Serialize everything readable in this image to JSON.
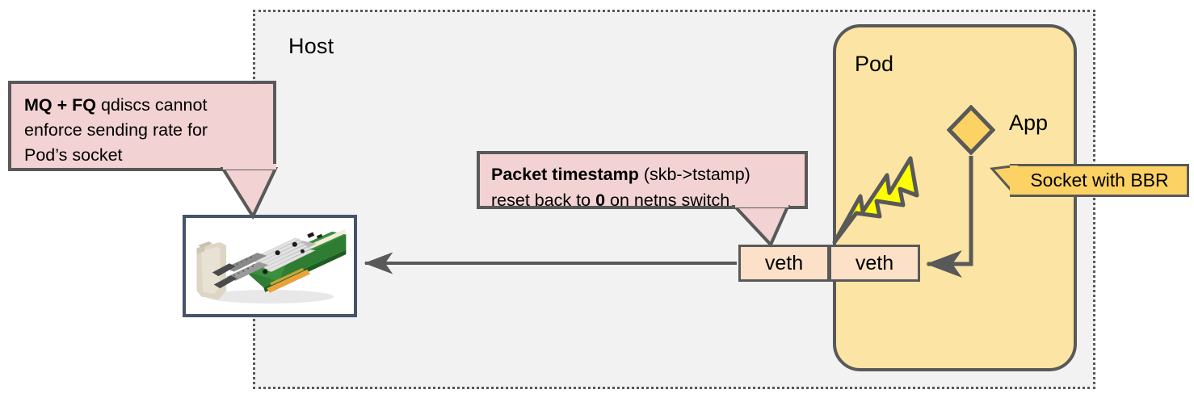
{
  "diagram": {
    "title_host": "Host",
    "title_pod": "Pod",
    "app_label": "App",
    "veth_left_label": "veth",
    "veth_right_label": "veth",
    "socket_label": "Socket with BBR",
    "nic_alt": "network-interface-card-photo"
  },
  "callouts": [
    {
      "bold_1": "MQ + FQ",
      "rest_1": " qdiscs cannot",
      "line_2": "enforce sending rate for",
      "line_3": "Pod’s socket"
    },
    {
      "bold_1": "Packet timestamp",
      "rest_1": " (skb->tstamp)",
      "line_2_a": "reset back to ",
      "line_2_bold": "0",
      "line_2_b": " on netns switch"
    }
  ],
  "colors": {
    "host_fill": "#f2f2f2",
    "host_border": "#595959",
    "pod_fill": "#fce5a4",
    "pod_border": "#595959",
    "callout_fill": "#f2d2d2",
    "callout_border": "#595959",
    "socket_fill": "#fcd264",
    "veth_fill": "#fce0c8",
    "nic_border": "#44546a",
    "bolt_fill": "#ffff00",
    "arrow_stroke": "#595959"
  },
  "icons": {
    "bolt": "lightning-bolt-icon",
    "diamond": "app-diamond-icon",
    "arrow": "arrow-left-icon"
  }
}
